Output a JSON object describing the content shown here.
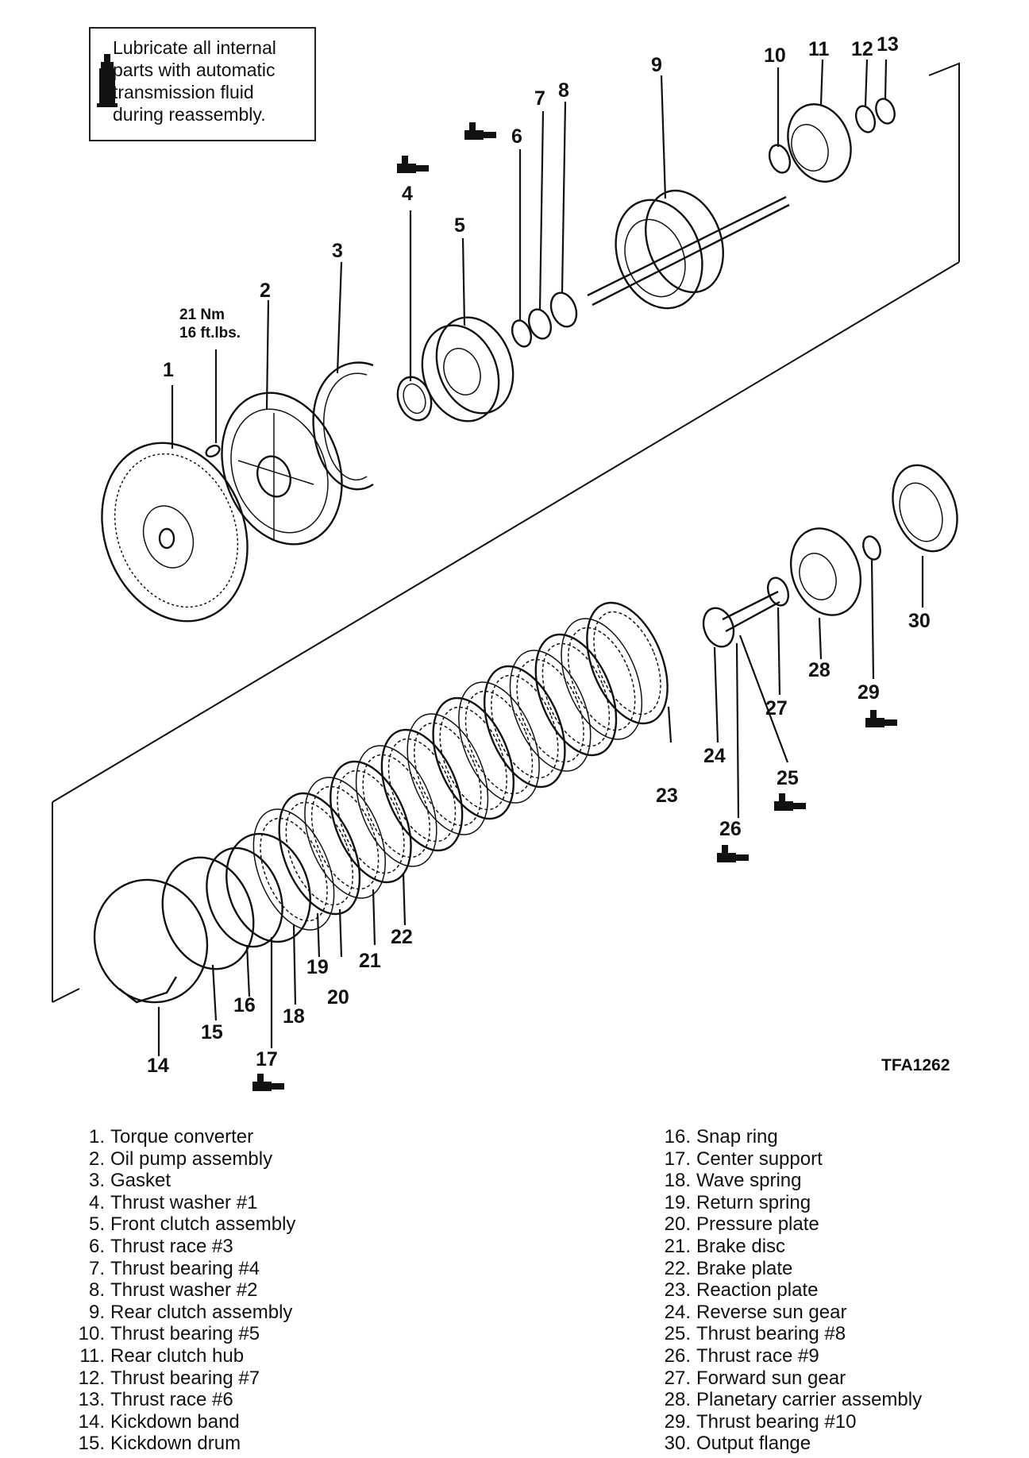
{
  "note": {
    "lines": [
      "Lubricate all internal",
      "parts with automatic",
      "transmission fluid",
      "during reassembly."
    ]
  },
  "torque": {
    "line1": "21 Nm",
    "line2": "16 ft.lbs."
  },
  "figure_id": "TFA1262",
  "callouts": [
    "1",
    "2",
    "3",
    "4",
    "5",
    "6",
    "7",
    "8",
    "9",
    "10",
    "11",
    "12",
    "13",
    "14",
    "15",
    "16",
    "17",
    "18",
    "19",
    "20",
    "21",
    "22",
    "23",
    "24",
    "25",
    "26",
    "27",
    "28",
    "29",
    "30"
  ],
  "legend": [
    {
      "num": "1.",
      "label": "Torque converter"
    },
    {
      "num": "2.",
      "label": "Oil pump assembly"
    },
    {
      "num": "3.",
      "label": "Gasket"
    },
    {
      "num": "4.",
      "label": "Thrust washer #1"
    },
    {
      "num": "5.",
      "label": "Front clutch assembly"
    },
    {
      "num": "6.",
      "label": "Thrust race #3"
    },
    {
      "num": "7.",
      "label": "Thrust bearing #4"
    },
    {
      "num": "8.",
      "label": "Thrust washer #2"
    },
    {
      "num": "9.",
      "label": "Rear clutch assembly"
    },
    {
      "num": "10.",
      "label": "Thrust bearing #5"
    },
    {
      "num": "11.",
      "label": "Rear clutch hub"
    },
    {
      "num": "12.",
      "label": "Thrust bearing #7"
    },
    {
      "num": "13.",
      "label": "Thrust race #6"
    },
    {
      "num": "14.",
      "label": "Kickdown band"
    },
    {
      "num": "15.",
      "label": "Kickdown drum"
    },
    {
      "num": "16.",
      "label": "Snap ring"
    },
    {
      "num": "17.",
      "label": "Center support"
    },
    {
      "num": "18.",
      "label": "Wave spring"
    },
    {
      "num": "19.",
      "label": "Return spring"
    },
    {
      "num": "20.",
      "label": "Pressure plate"
    },
    {
      "num": "21.",
      "label": "Brake disc"
    },
    {
      "num": "22.",
      "label": "Brake plate"
    },
    {
      "num": "23.",
      "label": "Reaction plate"
    },
    {
      "num": "24.",
      "label": "Reverse sun gear"
    },
    {
      "num": "25.",
      "label": "Thrust bearing #8"
    },
    {
      "num": "26.",
      "label": "Thrust race #9"
    },
    {
      "num": "27.",
      "label": "Forward sun gear"
    },
    {
      "num": "28.",
      "label": "Planetary carrier assembly"
    },
    {
      "num": "29.",
      "label": "Thrust bearing #10"
    },
    {
      "num": "30.",
      "label": "Output flange"
    }
  ]
}
